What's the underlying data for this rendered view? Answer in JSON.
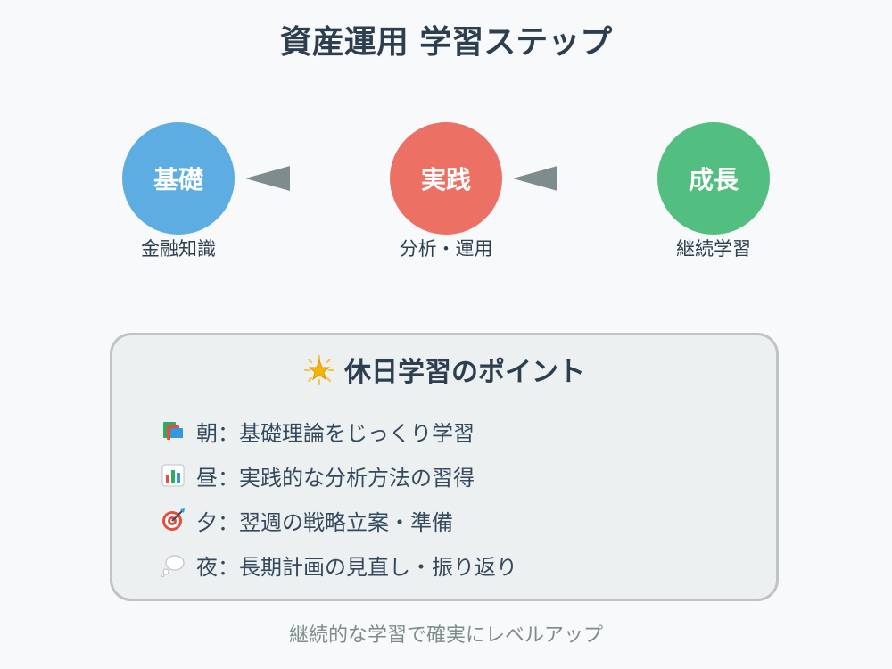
{
  "title": "資産運用 学習ステップ",
  "steps": [
    {
      "label": "基礎",
      "sub": "金融知識",
      "color": "#5dade2"
    },
    {
      "label": "実践",
      "sub": "分析・運用",
      "color": "#ec7063"
    },
    {
      "label": "成長",
      "sub": "継続学習",
      "color": "#52be80"
    }
  ],
  "arrow_color": "#7f8c8d",
  "panel": {
    "title": "休日学習のポイント",
    "title_icon": "glowing-star-icon",
    "items": [
      {
        "icon": "books-icon",
        "text": "朝：基礎理論をじっくり学習"
      },
      {
        "icon": "bar-chart-icon",
        "text": "昼：実践的な分析方法の習得"
      },
      {
        "icon": "target-icon",
        "text": "夕：翌週の戦略立案・準備"
      },
      {
        "icon": "thought-bubble-icon",
        "text": "夜：長期計画の見直し・振り返り"
      }
    ]
  },
  "footer": "継続的な学習で確実にレベルアップ"
}
